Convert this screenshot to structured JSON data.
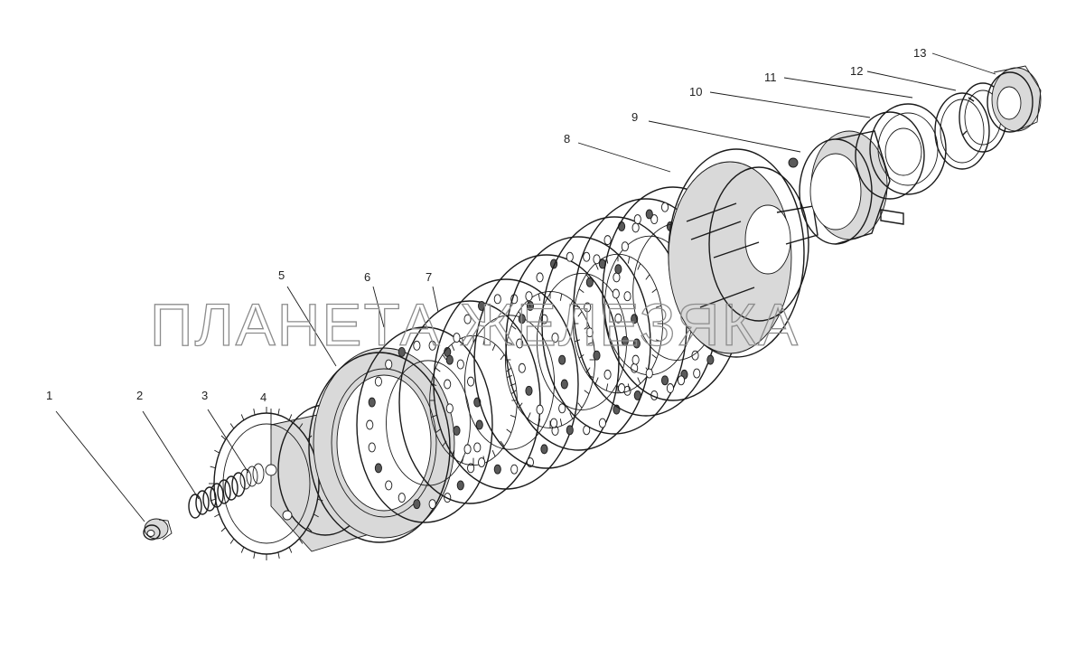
{
  "diagram": {
    "callouts": [
      "1",
      "2",
      "3",
      "4",
      "5",
      "6",
      "7",
      "8",
      "9",
      "10",
      "11",
      "12",
      "13"
    ]
  },
  "watermark": {
    "text": "ПЛАНЕТА ЖЕЛЕЗЯКА"
  }
}
